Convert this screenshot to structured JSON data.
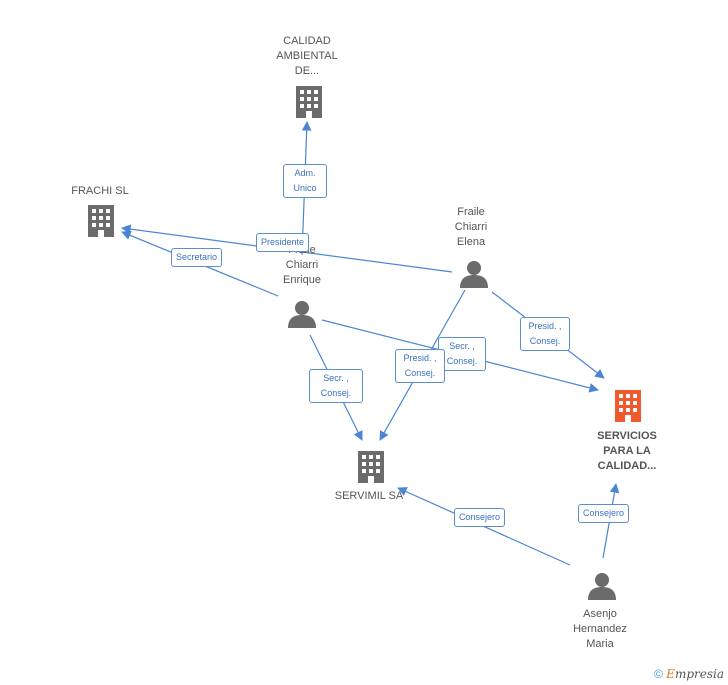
{
  "nodes": {
    "calidad_ambiental": {
      "label": "CALIDAD\nAMBIENTAL\nDE..."
    },
    "frachi": {
      "label": "FRACHI SL"
    },
    "fraile_elena": {
      "label": "Fraile\nChiarri\nElena"
    },
    "fraile_enrique": {
      "label": "Fraile\nChiarri\nEnrique"
    },
    "servicios": {
      "label": "SERVICIOS\nPARA LA\nCALIDAD..."
    },
    "servimil": {
      "label": "SERVIMIL SA"
    },
    "asenjo": {
      "label": "Asenjo\nHernandez\nMaria"
    }
  },
  "edges": {
    "adm_unico": "Adm.\nUnico",
    "presidente": "Presidente",
    "secretario": "Secretario",
    "presid_consej_elena_servicios": "Presid. ,\nConsej.",
    "secr_consej_enrique_servicios": "Secr. ,\nConsej.",
    "presid_consej_elena_servimil": "Presid. ,\nConsej.",
    "secr_consej_enrique_servimil": "Secr. ,\nConsej.",
    "consejero_servimil": "Consejero",
    "consejero_servicios": "Consejero"
  },
  "colors": {
    "edge": "#4a86d4",
    "company": "#6b6b6b",
    "company_main": "#f0592b",
    "person": "#6b6b6b"
  },
  "footer": {
    "copyright": "©",
    "brand": "E",
    "brand_rest": "mpresia"
  }
}
